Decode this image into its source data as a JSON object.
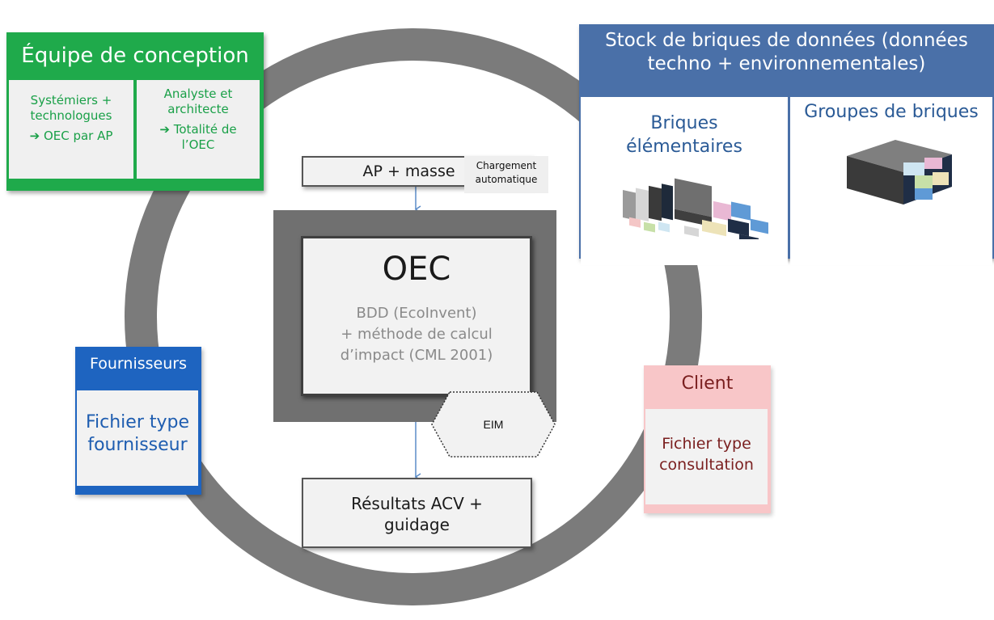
{
  "team": {
    "title": "Équipe de conception",
    "left": {
      "line1": "Systémiers +",
      "line2": "technologues",
      "arrow": "➔",
      "result": "OEC par AP"
    },
    "right": {
      "line1": "Analyste et",
      "line2": "architecte",
      "arrow": "➔",
      "result1": "Totalité de",
      "result2": "l’OEC"
    }
  },
  "stock": {
    "title1": "Stock de briques de données (données",
    "title2": "techno + environnementales)",
    "cell1": {
      "line1": "Briques",
      "line2": "élémentaires"
    },
    "cell2": {
      "line1": "Groupes de briques"
    }
  },
  "flow": {
    "input": "AP + masse",
    "tag_line1": "Chargement",
    "tag_line2": "automatique",
    "oec_title": "OEC",
    "oec_line1": "BDD (EcoInvent)",
    "oec_line2": "+ méthode de calcul",
    "oec_line3": "d’impact (CML 2001)",
    "eim": "EIM",
    "result1": "Résultats ACV +",
    "result2": "guidage"
  },
  "fournisseurs": {
    "title": "Fournisseurs",
    "line1": "Fichier type",
    "line2": "fournisseur"
  },
  "client": {
    "title": "Client",
    "line1": "Fichier type",
    "line2": "consultation"
  },
  "colors": {
    "ring": "#7b7b7b",
    "team": "#1faa4b",
    "stock": "#4a70a8",
    "fournisseurs": "#1e64c0",
    "client": "#f8c6c8",
    "arrow": "#5b8cc8"
  }
}
